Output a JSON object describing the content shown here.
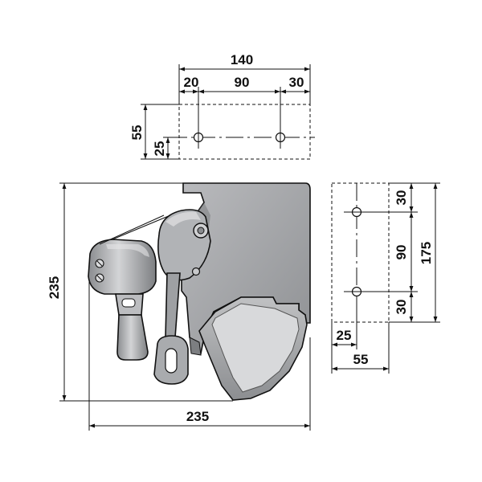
{
  "top_view": {
    "overall_width": "140",
    "left_offset": "20",
    "hole_spacing": "90",
    "right_offset": "30",
    "height": "55",
    "hole_height": "25"
  },
  "side_view": {
    "top_offset": "30",
    "hole_spacing": "90",
    "bottom_offset": "30",
    "overall_height": "175",
    "hole_offset": "25",
    "width": "55"
  },
  "main_view": {
    "height": "235",
    "width": "235"
  },
  "colors": {
    "body_fill": "#a7a9ac",
    "body_dark": "#6d6f72",
    "body_light": "#c9cacc",
    "line": "#111111"
  }
}
